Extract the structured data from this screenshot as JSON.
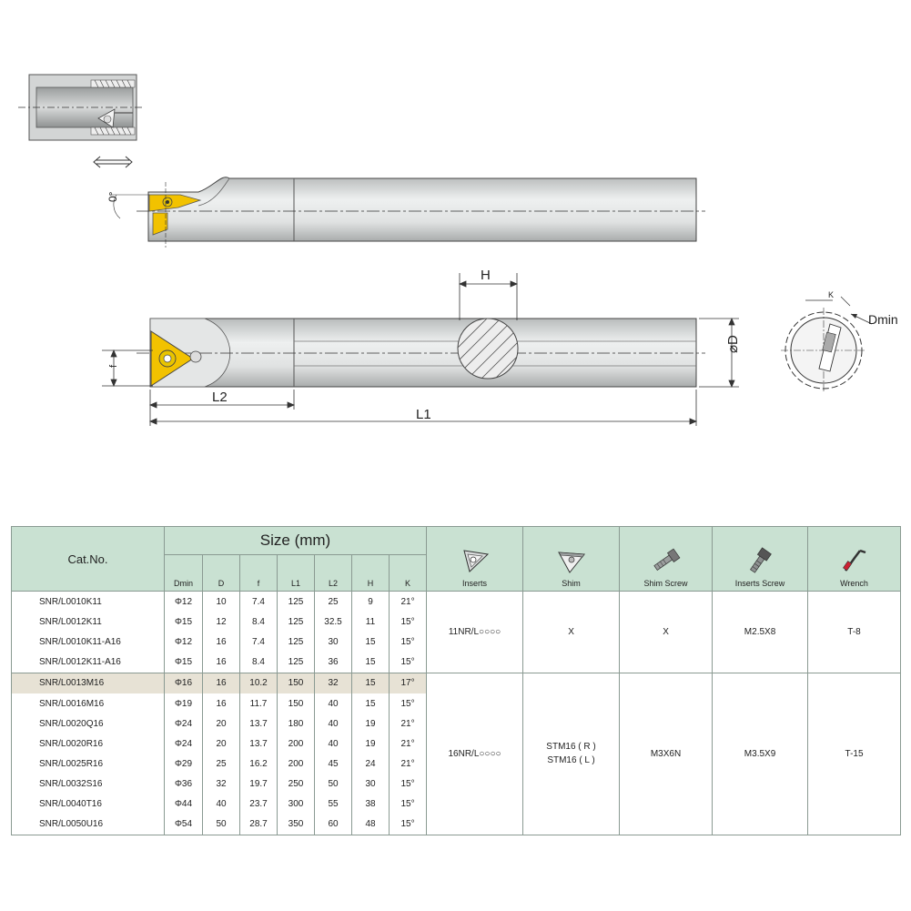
{
  "labels": {
    "H": "H",
    "L2": "L2",
    "L1": "L1",
    "f": "f",
    "D": "⌀D",
    "Dmin": "Dmin",
    "K": "K",
    "angle": "0°"
  },
  "table": {
    "catno_header": "Cat.No.",
    "size_header": "Size (mm)",
    "size_columns": [
      "Dmin",
      "D",
      "f",
      "L1",
      "L2",
      "H",
      "K"
    ],
    "part_headers": [
      {
        "label": "Inserts",
        "icon": "insert-icon"
      },
      {
        "label": "Shim",
        "icon": "shim-icon"
      },
      {
        "label": "Shim Screw",
        "icon": "shim-screw-icon"
      },
      {
        "label": "Inserts Screw",
        "icon": "inserts-screw-icon"
      },
      {
        "label": "Wrench",
        "icon": "wrench-icon"
      }
    ],
    "rows": [
      {
        "cat": "SNR/L0010K11",
        "dmin": "Φ12",
        "d": "10",
        "f": "7.4",
        "l1": "125",
        "l2": "25",
        "h": "9",
        "k": "21°"
      },
      {
        "cat": "SNR/L0012K11",
        "dmin": "Φ15",
        "d": "12",
        "f": "8.4",
        "l1": "125",
        "l2": "32.5",
        "h": "11",
        "k": "15°"
      },
      {
        "cat": "SNR/L0010K11-A16",
        "dmin": "Φ12",
        "d": "16",
        "f": "7.4",
        "l1": "125",
        "l2": "30",
        "h": "15",
        "k": "15°"
      },
      {
        "cat": "SNR/L0012K11-A16",
        "dmin": "Φ15",
        "d": "16",
        "f": "8.4",
        "l1": "125",
        "l2": "36",
        "h": "15",
        "k": "15°"
      },
      {
        "cat": "SNR/L0013M16",
        "dmin": "Φ16",
        "d": "16",
        "f": "10.2",
        "l1": "150",
        "l2": "32",
        "h": "15",
        "k": "17°"
      },
      {
        "cat": "SNR/L0016M16",
        "dmin": "Φ19",
        "d": "16",
        "f": "11.7",
        "l1": "150",
        "l2": "40",
        "h": "15",
        "k": "15°"
      },
      {
        "cat": "SNR/L0020Q16",
        "dmin": "Φ24",
        "d": "20",
        "f": "13.7",
        "l1": "180",
        "l2": "40",
        "h": "19",
        "k": "21°"
      },
      {
        "cat": "SNR/L0020R16",
        "dmin": "Φ24",
        "d": "20",
        "f": "13.7",
        "l1": "200",
        "l2": "40",
        "h": "19",
        "k": "21°"
      },
      {
        "cat": "SNR/L0025R16",
        "dmin": "Φ29",
        "d": "25",
        "f": "16.2",
        "l1": "200",
        "l2": "45",
        "h": "24",
        "k": "21°"
      },
      {
        "cat": "SNR/L0032S16",
        "dmin": "Φ36",
        "d": "32",
        "f": "19.7",
        "l1": "250",
        "l2": "50",
        "h": "30",
        "k": "15°"
      },
      {
        "cat": "SNR/L0040T16",
        "dmin": "Φ44",
        "d": "40",
        "f": "23.7",
        "l1": "300",
        "l2": "55",
        "h": "38",
        "k": "15°"
      },
      {
        "cat": "SNR/L0050U16",
        "dmin": "Φ54",
        "d": "50",
        "f": "28.7",
        "l1": "350",
        "l2": "60",
        "h": "48",
        "k": "15°"
      }
    ],
    "groups": [
      {
        "inserts": "11NR/L○○○○",
        "shim": "X",
        "shim2": "",
        "shim_screw": "X",
        "inserts_screw": "M2.5X8",
        "wrench": "T-8"
      },
      {
        "inserts": "16NR/L○○○○",
        "shim": "STM16 ( R )",
        "shim2": "STM16 ( L )",
        "shim_screw": "M3X6N",
        "inserts_screw": "M3.5X9",
        "wrench": "T-15"
      }
    ]
  },
  "colors": {
    "header_bg": "#c9e1d2",
    "highlight_row": "#e7e2d5",
    "insert_gold": "#f2c200"
  }
}
